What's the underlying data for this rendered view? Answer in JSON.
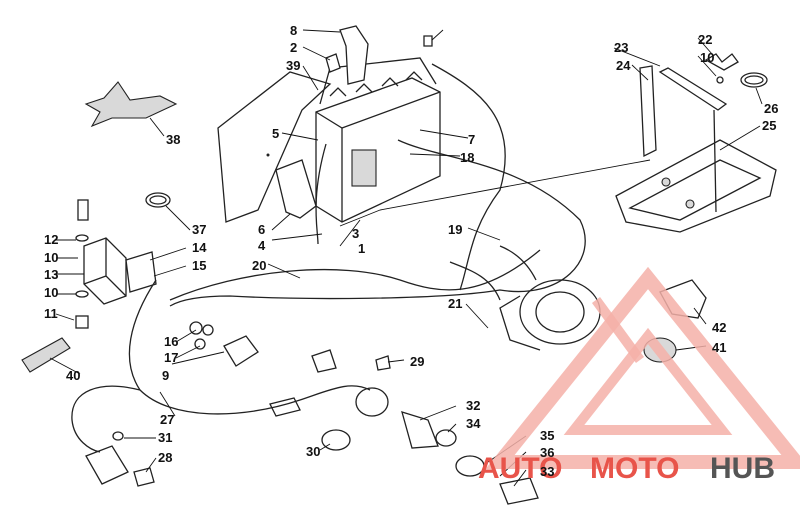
{
  "callouts": [
    "1",
    "2",
    "3",
    "4",
    "5",
    "6",
    "7",
    "8",
    "9",
    "10",
    "10",
    "10",
    "11",
    "12",
    "13",
    "14",
    "15",
    "16",
    "17",
    "18",
    "19",
    "20",
    "21",
    "22",
    "23",
    "24",
    "25",
    "26",
    "27",
    "28",
    "29",
    "30",
    "31",
    "32",
    "33",
    "34",
    "35",
    "36",
    "37",
    "38",
    "39",
    "40",
    "41",
    "42"
  ],
  "watermark": {
    "part1": "AUTO",
    "part2": "MOTO",
    "part3": "HUB",
    "color_primary": "#e8544a",
    "color_light": "#f4b0a8",
    "color_dark": "#555555"
  }
}
